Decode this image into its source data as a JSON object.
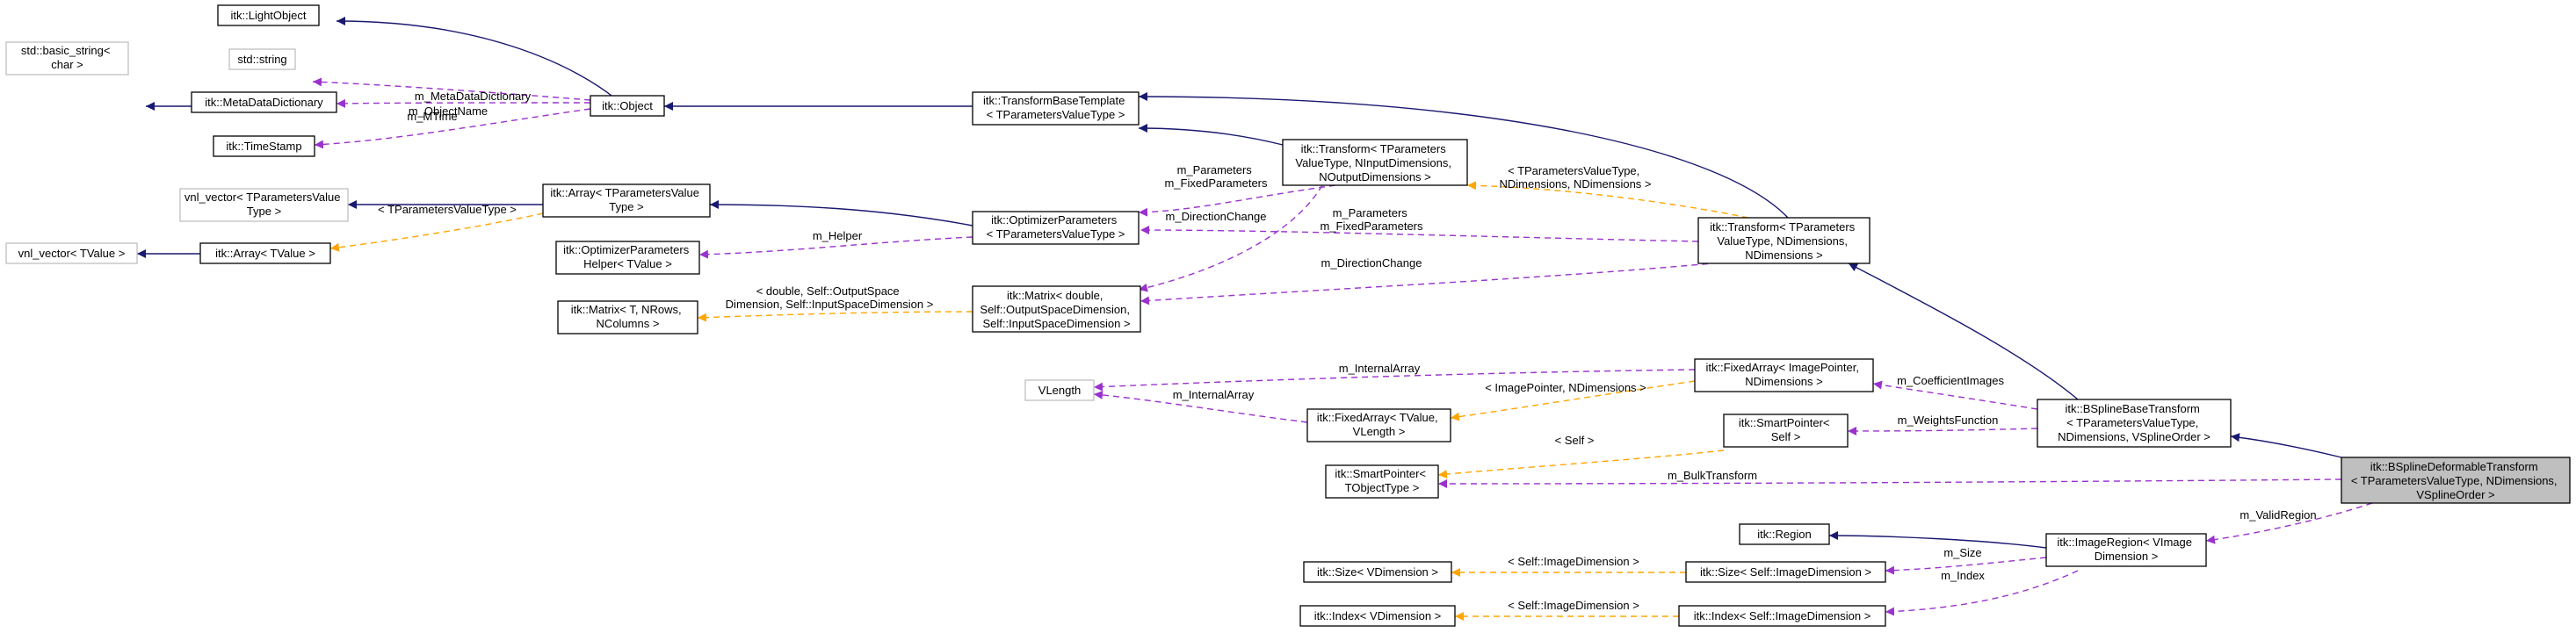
{
  "colors": {
    "inheritance": "#191970",
    "member": "#9a32cd",
    "template": "#ffa500",
    "focus_fill": "#bfbfbf",
    "external_border": "#bfbfbf"
  },
  "nodes": {
    "lightobject": [
      "itk::LightObject"
    ],
    "basic_string": [
      "std::basic_string<",
      "char >"
    ],
    "std_string": [
      "std::string"
    ],
    "metadict": [
      "itk::MetaDataDictionary"
    ],
    "object": [
      "itk::Object"
    ],
    "timestamp": [
      "itk::TimeStamp"
    ],
    "tbt": [
      "itk::TransformBaseTemplate",
      "< TParametersValueType >"
    ],
    "transform_n": [
      "itk::Transform< TParameters",
      "ValueType, NInputDimensions,",
      "NOutputDimensions >"
    ],
    "vnl_tpv": [
      "vnl_vector< TParametersValue",
      "Type >"
    ],
    "array_tpv": [
      "itk::Array< TParametersValue",
      "Type >"
    ],
    "vnl_tv": [
      "vnl_vector< TValue >"
    ],
    "array_tv": [
      "itk::Array< TValue >"
    ],
    "optparams": [
      "itk::OptimizerParameters",
      "< TParametersValueType >"
    ],
    "optparams_helper": [
      "itk::OptimizerParameters",
      "Helper< TValue >"
    ],
    "transform_nd": [
      "itk::Transform< TParameters",
      "ValueType, NDimensions,",
      "NDimensions >"
    ],
    "matrix_t": [
      "itk::Matrix< T, NRows,",
      "NColumns >"
    ],
    "matrix_d": [
      "itk::Matrix< double,",
      "Self::OutputSpaceDimension,",
      "Self::InputSpaceDimension >"
    ],
    "vlength": [
      "VLength"
    ],
    "fixedarray_tv": [
      "itk::FixedArray< TValue,",
      "VLength >"
    ],
    "fixedarray_ip": [
      "itk::FixedArray< ImagePointer,",
      "NDimensions >"
    ],
    "bsplinebase": [
      "itk::BSplineBaseTransform",
      "< TParametersValueType,",
      "NDimensions, VSplineOrder >"
    ],
    "smartptr_self": [
      "itk::SmartPointer<",
      "Self >"
    ],
    "smartptr_t": [
      "itk::SmartPointer<",
      "TObjectType >"
    ],
    "bsplinedef": [
      "itk::BSplineDeformableTransform",
      "< TParametersValueType, NDimensions,",
      "VSplineOrder >"
    ],
    "region": [
      "itk::Region"
    ],
    "imageregion": [
      "itk::ImageRegion< VImage",
      "Dimension >"
    ],
    "size_v": [
      "itk::Size< VDimension >"
    ],
    "size_s": [
      "itk::Size< Self::ImageDimension >"
    ],
    "index_v": [
      "itk::Index< VDimension >"
    ],
    "index_s": [
      "itk::Index< Self::ImageDimension >"
    ]
  },
  "edge_labels": {
    "m_objectname": [
      "m_ObjectName"
    ],
    "m_metadatadict": [
      "m_MetaDataDictionary"
    ],
    "m_mtime": [
      "m_MTime"
    ],
    "tpvt_array": [
      "< TParametersValueType >"
    ],
    "m_helper": [
      "m_Helper"
    ],
    "m_params_left": [
      "m_Parameters",
      "m_FixedParameters"
    ],
    "m_dirchange_left": [
      "m_DirectionChange"
    ],
    "tpl_transform": [
      "< TParametersValueType,",
      "NDimensions, NDimensions >"
    ],
    "m_params_right": [
      "m_Parameters",
      "m_FixedParameters"
    ],
    "m_dirchange_right": [
      "m_DirectionChange"
    ],
    "matrix_tpl": [
      "< double, Self::OutputSpace",
      "Dimension, Self::InputSpaceDimension >"
    ],
    "m_internalarray_top": [
      "m_InternalArray"
    ],
    "m_internalarray_bot": [
      "m_InternalArray"
    ],
    "ip_nd": [
      "< ImagePointer, NDimensions >"
    ],
    "m_coeffimages": [
      "m_CoefficientImages"
    ],
    "m_weightsfn": [
      "m_WeightsFunction"
    ],
    "self_tpl": [
      "< Self >"
    ],
    "m_bulktransform": [
      "m_BulkTransform"
    ],
    "m_validregion": [
      "m_ValidRegion"
    ],
    "m_size": [
      "m_Size"
    ],
    "m_index": [
      "m_Index"
    ],
    "size_tpl": [
      "< Self::ImageDimension >"
    ],
    "index_tpl": [
      "< Self::ImageDimension >"
    ]
  }
}
